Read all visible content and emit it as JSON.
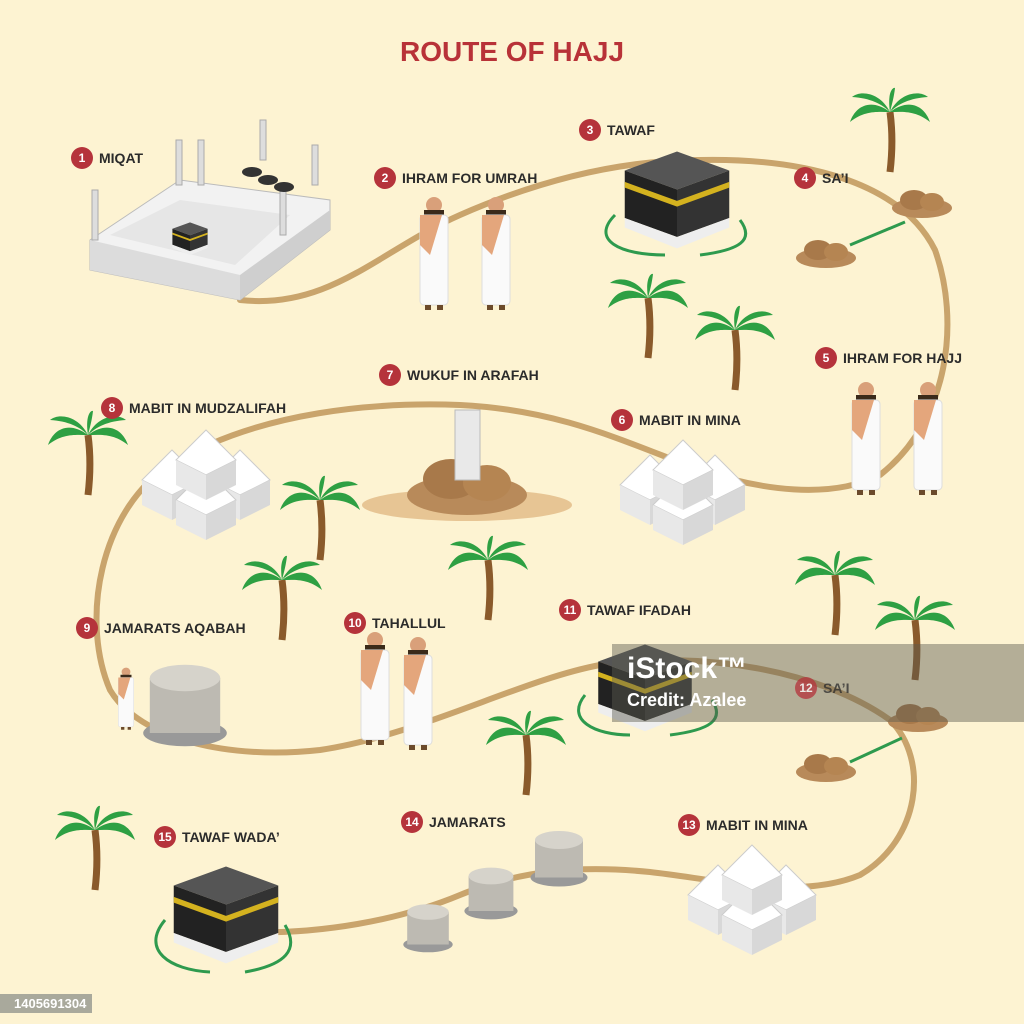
{
  "title": "ROUTE OF HAJJ",
  "steps": [
    {
      "num": "1",
      "label": "MIQAT"
    },
    {
      "num": "2",
      "label": "IHRAM FOR UMRAH"
    },
    {
      "num": "3",
      "label": "TAWAF"
    },
    {
      "num": "4",
      "label": "SA’I"
    },
    {
      "num": "5",
      "label": "IHRAM FOR HAJJ"
    },
    {
      "num": "6",
      "label": "MABIT IN MINA"
    },
    {
      "num": "7",
      "label": "WUKUF IN ARAFAH"
    },
    {
      "num": "8",
      "label": "MABIT IN MUDZALIFAH"
    },
    {
      "num": "9",
      "label": "JAMARATS AQABAH"
    },
    {
      "num": "10",
      "label": "TAHALLUL"
    },
    {
      "num": "11",
      "label": "TAWAF IFADAH"
    },
    {
      "num": "12",
      "label": "SA’I"
    },
    {
      "num": "13",
      "label": "MABIT IN MINA"
    },
    {
      "num": "14",
      "label": "JAMARATS"
    },
    {
      "num": "15",
      "label": "TAWAF WADA’"
    }
  ],
  "watermark": {
    "logo": "iStock™",
    "credit": "Credit: Azalee"
  },
  "image_id": "1405691304",
  "colors": {
    "background": "#fdf3d2",
    "badge": "#b5333b",
    "title": "#b83238",
    "path": "#c9a46c",
    "arrow": "#2e9a4e"
  }
}
